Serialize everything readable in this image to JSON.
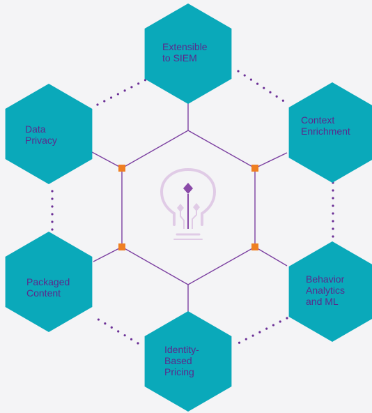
{
  "colors": {
    "background": "#f4f4f6",
    "hex_fill": "#0aa9ba",
    "connector": "#7b3fa0",
    "dots": "#6b2f96",
    "node": "#ef7f22",
    "label": "#5a2a8c",
    "bulb_light": "#e0cbe6",
    "bulb_dark": "#8a4aa8"
  },
  "center": {
    "icon": "lightbulb-circuit-icon"
  },
  "hexagons": [
    {
      "id": "extensible-to-siem",
      "lines": [
        "Extensible",
        "to SIEM"
      ]
    },
    {
      "id": "context-enrichment",
      "lines": [
        "Context",
        "Enrichment"
      ]
    },
    {
      "id": "behavior-analytics",
      "lines": [
        "Behavior",
        "Analytics",
        "and ML"
      ]
    },
    {
      "id": "identity-based-pricing",
      "lines": [
        "Identity-",
        "Based",
        "Pricing"
      ]
    },
    {
      "id": "packaged-content",
      "lines": [
        "Packaged",
        "Content"
      ]
    },
    {
      "id": "data-privacy",
      "lines": [
        "Data",
        "Privacy"
      ]
    }
  ]
}
